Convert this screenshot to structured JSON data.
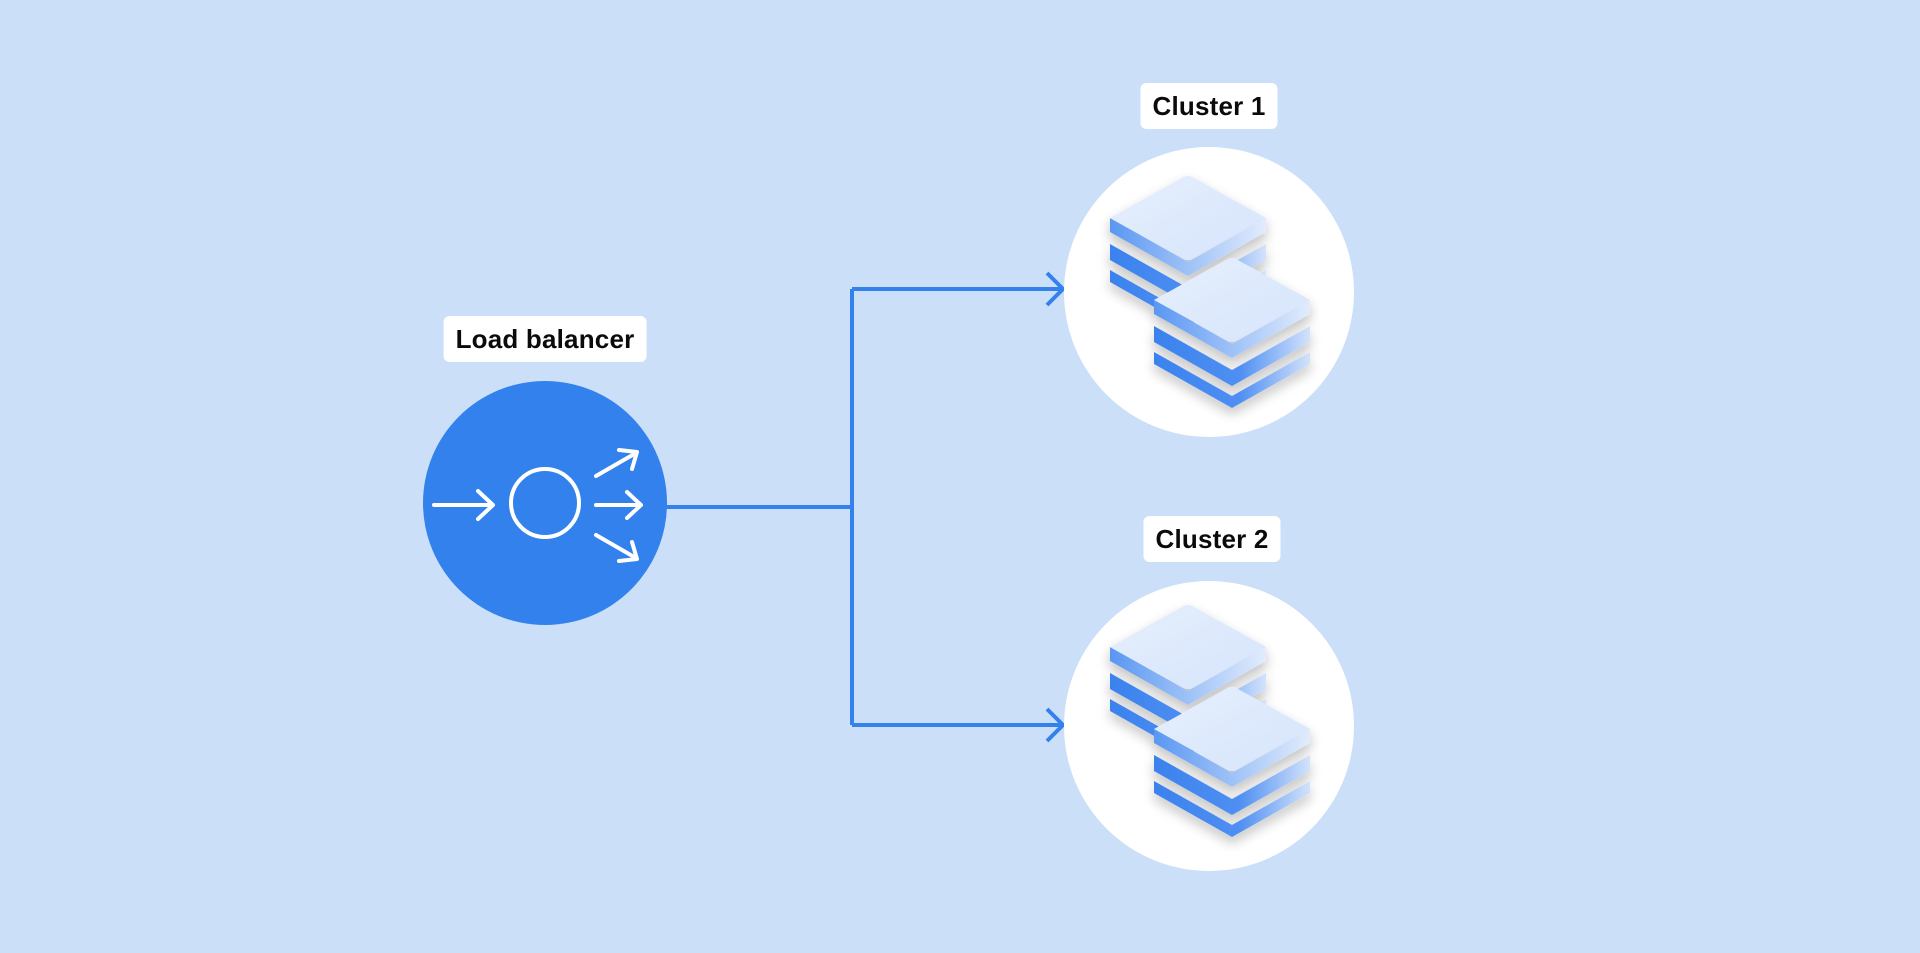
{
  "diagram": {
    "background_color": "#cbdff8",
    "accent_color": "#3381ec",
    "load_balancer": {
      "label": "Load balancer",
      "icon": "load-balancer-distribute-icon"
    },
    "clusters": [
      {
        "label": "Cluster 1",
        "icon": "server-stacks-icon"
      },
      {
        "label": "Cluster 2",
        "icon": "server-stacks-icon"
      }
    ],
    "connections": [
      {
        "from": "Load balancer",
        "to": "Cluster 1"
      },
      {
        "from": "Load balancer",
        "to": "Cluster 2"
      }
    ]
  }
}
